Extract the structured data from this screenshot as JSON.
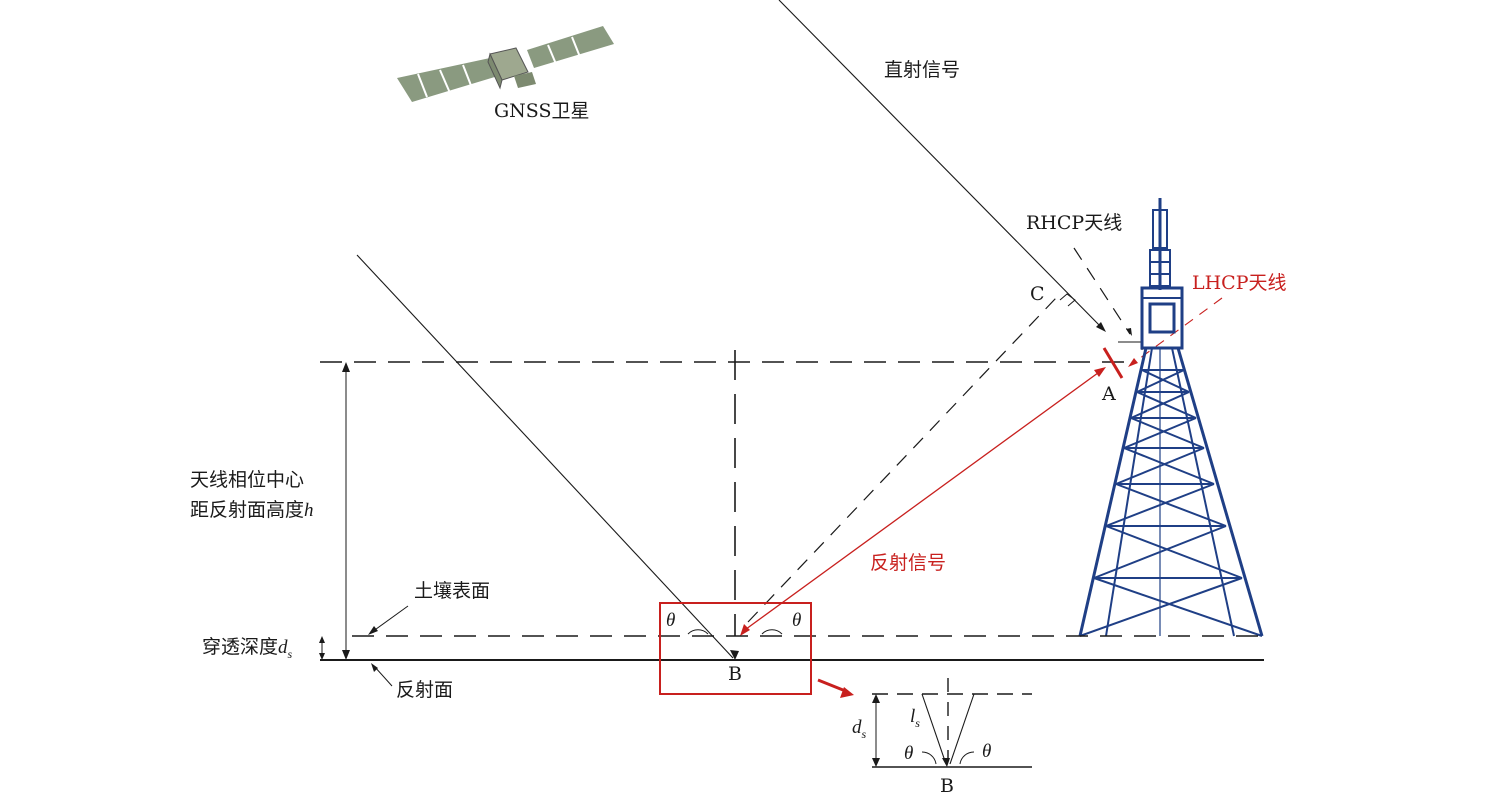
{
  "labels": {
    "satellite": "GNSS卫星",
    "direct_signal": "直射信号",
    "rhcp_antenna": "RHCP天线",
    "lhcp_antenna": "LHCP天线",
    "point_a": "A",
    "point_b": "B",
    "point_c": "C",
    "height_line1": "天线相位中心",
    "height_line2": "距反射面高度",
    "height_symbol": "h",
    "soil_surface": "土壤表面",
    "penetration_depth": "穿透深度",
    "depth_symbol": "d",
    "depth_subscript": "s",
    "reflection_surface": "反射面",
    "reflected_signal": "反射信号",
    "theta": "θ",
    "path_symbol": "l",
    "path_subscript": "s"
  },
  "colors": {
    "line": "#1a1a1a",
    "reflected": "#c8201e",
    "tower": "#1f3f86",
    "satellite": "#8a9a80"
  }
}
